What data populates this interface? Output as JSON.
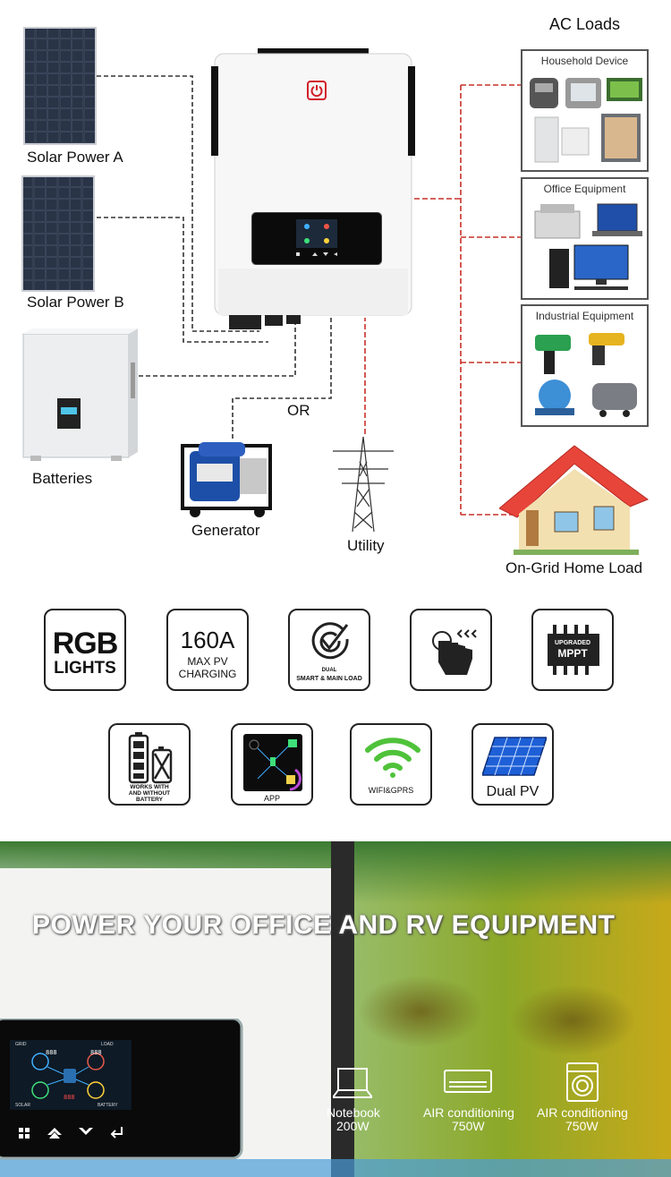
{
  "top": {
    "ac_loads_title": "AC Loads",
    "sources": {
      "solar_a": "Solar Power A",
      "solar_b": "Solar Power B",
      "batteries": "Batteries",
      "generator": "Generator",
      "utility": "Utility",
      "or": "OR"
    },
    "loads": {
      "household": "Household Device",
      "office": "Office Equipment",
      "industrial": "Industrial Equipment",
      "home": "On-Grid Home Load"
    }
  },
  "features": {
    "rgb_line1": "RGB",
    "rgb_line2": "LIGHTS",
    "max_charge_value": "160A",
    "max_charge_line2": "MAX PV",
    "max_charge_line3": "CHARGING",
    "dual_load_line1": "DUAL",
    "dual_load_line2": "SMART & MAIN LOAD",
    "mppt_line1": "UPGRADED",
    "mppt_line2": "MPPT",
    "battery_line1": "WORKS WITH",
    "battery_line2": "AND WITHOUT",
    "battery_line3": "BATTERY",
    "app": "APP",
    "wifi": "WIFI&GPRS",
    "dual_pv": "Dual PV"
  },
  "banner": {
    "headline": "POWER YOUR OFFICE AND RV EQUIPMENT",
    "display_labels": {
      "grid": "GRID",
      "load": "LOAD",
      "solar": "SOLAR",
      "battery": "BATTERY",
      "digits": "888"
    },
    "devices": [
      {
        "name": "Notebook",
        "power": "200W"
      },
      {
        "name": "AIR conditioning",
        "power": "750W"
      },
      {
        "name": "AIR conditioning",
        "power": "750W"
      }
    ]
  },
  "colors": {
    "accent_red": "#d21f2b",
    "wire_dark": "#333333",
    "wire_red": "#c8302a",
    "wifi_green": "#4fc23a",
    "banner_green": "#4a8a35",
    "banner_yellow": "#c8b420"
  }
}
